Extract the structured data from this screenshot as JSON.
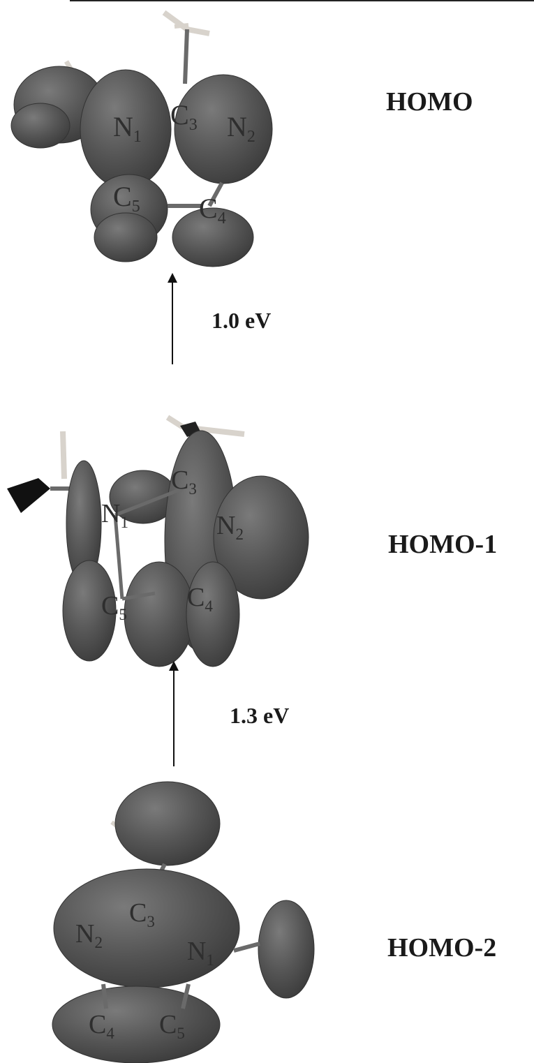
{
  "colors": {
    "lobe": "#555555",
    "lobe_dark": "#3a3a3a",
    "bond": "#6a6a6a",
    "hydrogen": "#d8d3cc",
    "text": "#1a1a1a"
  },
  "orbitals": [
    {
      "label": "HOMO",
      "atoms": [
        {
          "sym": "N",
          "sub": "1"
        },
        {
          "sym": "C",
          "sub": "3"
        },
        {
          "sym": "N",
          "sub": "2"
        },
        {
          "sym": "C",
          "sub": "5"
        },
        {
          "sym": "C",
          "sub": "4"
        }
      ]
    },
    {
      "label": "HOMO-1",
      "atoms": [
        {
          "sym": "C",
          "sub": "3"
        },
        {
          "sym": "N",
          "sub": "1"
        },
        {
          "sym": "N",
          "sub": "2"
        },
        {
          "sym": "C",
          "sub": "5"
        },
        {
          "sym": "C",
          "sub": "4"
        }
      ]
    },
    {
      "label": "HOMO-2",
      "atoms": [
        {
          "sym": "C",
          "sub": "3"
        },
        {
          "sym": "N",
          "sub": "2"
        },
        {
          "sym": "N",
          "sub": "1"
        },
        {
          "sym": "C",
          "sub": "4"
        },
        {
          "sym": "C",
          "sub": "5"
        }
      ]
    }
  ],
  "gaps": [
    {
      "label": "1.0 eV"
    },
    {
      "label": "1.3 eV"
    }
  ]
}
